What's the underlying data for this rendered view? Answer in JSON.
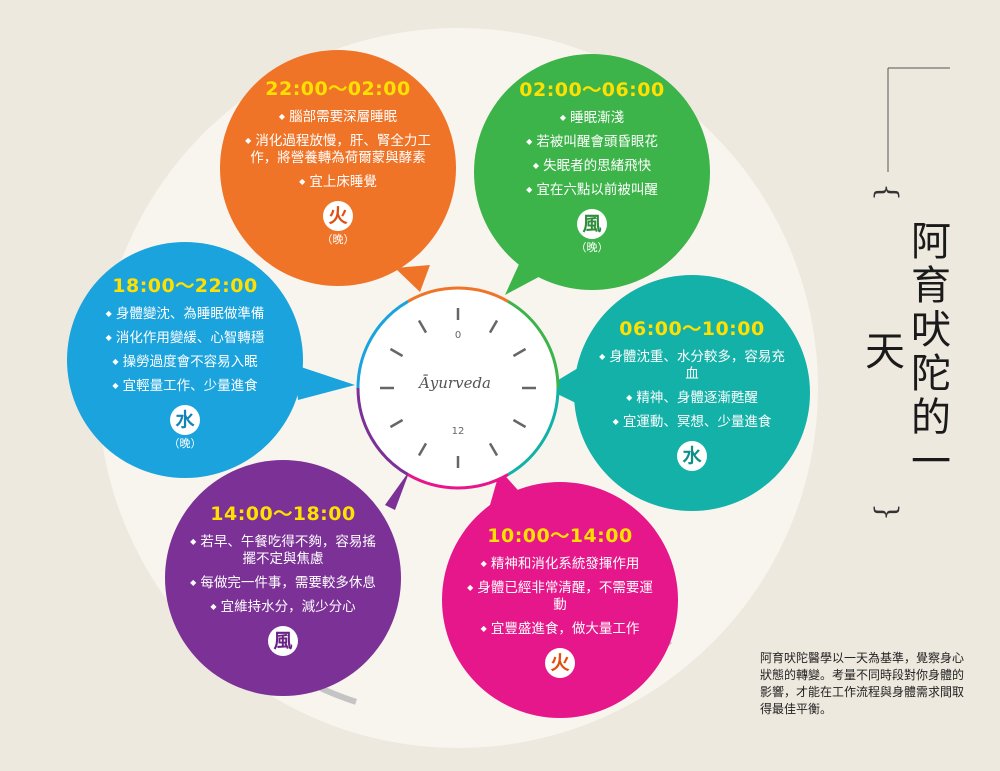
{
  "title": "阿育吠陀的一天",
  "description": "阿育吠陀醫學以一天為基準，覺察身心狀態的轉變。考量不同時段對你身體的影響，才能在工作流程與身體需求間取得最佳平衡。",
  "clock": {
    "label": "Āyurveda",
    "top_number": "0",
    "bottom_number": "12"
  },
  "bubbles": [
    {
      "time": "22:00～02:00",
      "color": "#f07428",
      "items": [
        "腦部需要深層睡眠",
        "消化過程放慢，肝、腎全力工作，將營養轉為荷爾蒙與酵素",
        "宜上床睡覺"
      ],
      "element": "火",
      "element_color": "#e04e10",
      "period": "（晚）"
    },
    {
      "time": "02:00～06:00",
      "color": "#3cb44a",
      "items": [
        "睡眠漸淺",
        "若被叫醒會頭昏眼花",
        "失眠者的思緒飛快",
        "宜在六點以前被叫醒"
      ],
      "element": "風",
      "element_color": "#2e8c3a",
      "period": "（晚）"
    },
    {
      "time": "06:00～10:00",
      "color": "#14b1a8",
      "items": [
        "身體沈重、水分較多，容易充血",
        "精神、身體逐漸甦醒",
        "宜運動、冥想、少量進食"
      ],
      "element": "水",
      "element_color": "#0d8f88",
      "period": ""
    },
    {
      "time": "10:00～14:00",
      "color": "#e5178a",
      "items": [
        "精神和消化系統發揮作用",
        "身體已經非常清醒，不需要運動",
        "宜豐盛進食，做大量工作"
      ],
      "element": "火",
      "element_color": "#e04e10",
      "period": ""
    },
    {
      "time": "14:00～18:00",
      "color": "#7b3196",
      "items": [
        "若早、午餐吃得不夠，容易搖擺不定與焦慮",
        "每做完一件事，需要較多休息",
        "宜維持水分，減少分心"
      ],
      "element": "風",
      "element_color": "#6a2185",
      "period": ""
    },
    {
      "time": "18:00～22:00",
      "color": "#1aa3dd",
      "items": [
        "身體變沈、為睡眠做準備",
        "消化作用變緩、心智轉穩",
        "操勞過度會不容易入眠",
        "宜輕量工作、少量進食"
      ],
      "element": "水",
      "element_color": "#1283b8",
      "period": "（晚）"
    }
  ]
}
